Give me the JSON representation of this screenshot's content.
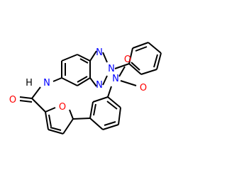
{
  "atom_labels": {
    "n1": "N",
    "n2": "N",
    "n3": "N",
    "nh": "N",
    "h": "H",
    "n_nitro": "N",
    "o_nitro_1": "O",
    "o_nitro_2": "O",
    "o_amide": "O",
    "o_furan": "O"
  },
  "colors": {
    "bond": "#000000",
    "nitrogen": "#0000ff",
    "oxygen": "#ff0000",
    "background": "#ffffff"
  }
}
